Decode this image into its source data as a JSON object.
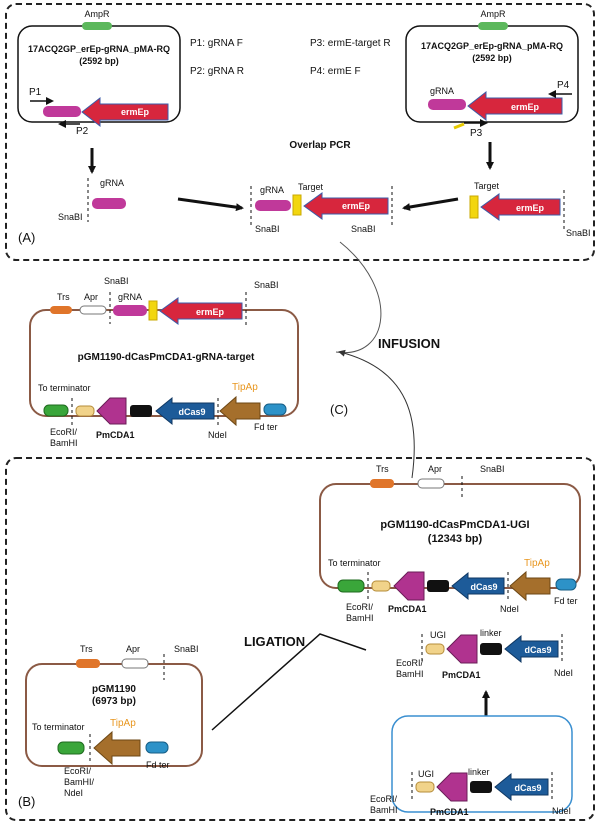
{
  "colors": {
    "ampr": "#5cb85c",
    "gRNA": "#c0399a",
    "ermEp": "#d7263d",
    "target": "#f2d60f",
    "pmcda1": "#b0338f",
    "dcas9": "#1d5b99",
    "tipap": "#a56f2c",
    "trs": "#e0752a",
    "fd_ter": "#2d92c8",
    "to_terminator": "#3aa63a",
    "ugi": "#f1d38a",
    "linker": "#111111",
    "plasmid_line": "#8b5a45",
    "blue_plasmid_line": "#3a8fd0"
  },
  "panel_a": {
    "label": "(A)",
    "plasmid_left": {
      "name": "17ACQ2GP_erEp-gRNA_pMA-RQ",
      "size": "(2592 bp)",
      "ampr": "AmpR",
      "ermep": "ermEp",
      "p1": "P1",
      "p2": "P2"
    },
    "plasmid_right": {
      "name": "17ACQ2GP_erEp-gRNA_pMA-RQ",
      "size": "(2592 bp)",
      "ampr": "AmpR",
      "grna": "gRNA",
      "ermep": "ermEp",
      "p3": "P3",
      "p4": "P4"
    },
    "primers": {
      "p1": "P1: gRNA F",
      "p2": "P2: gRNA R",
      "p3": "P3: ermE-target R",
      "p4": "P4: ermE F"
    },
    "overlap_pcr": "Overlap PCR",
    "frag_grna": {
      "label": "gRNA",
      "site": "SnaBI"
    },
    "frag_target": {
      "label": "Target",
      "ermep": "ermEp",
      "site": "SnaBI"
    },
    "frag_merged": {
      "grna": "gRNA",
      "target": "Target",
      "ermep": "ermEp",
      "site_left": "SnaBI",
      "site_right": "SnaBI"
    }
  },
  "panel_c": {
    "label": "(C)",
    "infusion": "INFUSION",
    "plasmid": {
      "name": "pGM1190-dCasPmCDA1-gRNA-target",
      "site_left": "SnaBI",
      "site_right": "SnaBI",
      "trs": "Trs",
      "apr": "Apr",
      "grna": "gRNA",
      "ermep": "ermEp",
      "to_terminator": "To terminator",
      "tipap": "TipAp",
      "dcas9": "dCas9",
      "pmcda1": "PmCDA1",
      "ecori": "EcoRI/",
      "bamhi": "BamHI",
      "ndei": "NdeI",
      "fd_ter": "Fd ter"
    }
  },
  "panel_b": {
    "label": "(B)",
    "ligation": "LIGATION",
    "ugi_plasmid": {
      "name": "pGM1190-dCasPmCDA1-UGI",
      "size": "(12343 bp)",
      "trs": "Trs",
      "apr": "Apr",
      "snabi": "SnaBI",
      "to_terminator": "To terminator",
      "tipap": "TipAp",
      "dcas9": "dCas9",
      "pmcda1": "PmCDA1",
      "ecori": "EcoRI/",
      "bamhi": "BamHI",
      "ndei": "NdeI",
      "fd_ter": "Fd ter"
    },
    "pgm1190": {
      "name": "pGM1190",
      "size": "(6973 bp)",
      "trs": "Trs",
      "apr": "Apr",
      "snabi": "SnaBI",
      "to_terminator": "To terminator",
      "tipap": "TipAp",
      "ecori": "EcoRI/",
      "bamhi": "BamHI/",
      "ndei": "NdeI",
      "fd_ter": "Fd ter"
    },
    "insert": {
      "ugi": "UGI",
      "linker": "linker",
      "dcas9": "dCas9",
      "pmcda1": "PmCDA1",
      "ecori": "EcoRI/",
      "bamhi": "BamHI",
      "ndei": "NdeI"
    },
    "blue_plasmid": {
      "ugi": "UGI",
      "linker": "linker",
      "dcas9": "dCas9",
      "pmcda1": "PmCDA1",
      "ecori": "EcoRI/",
      "bamhi": "BamHI",
      "ndei": "NdeI"
    }
  }
}
